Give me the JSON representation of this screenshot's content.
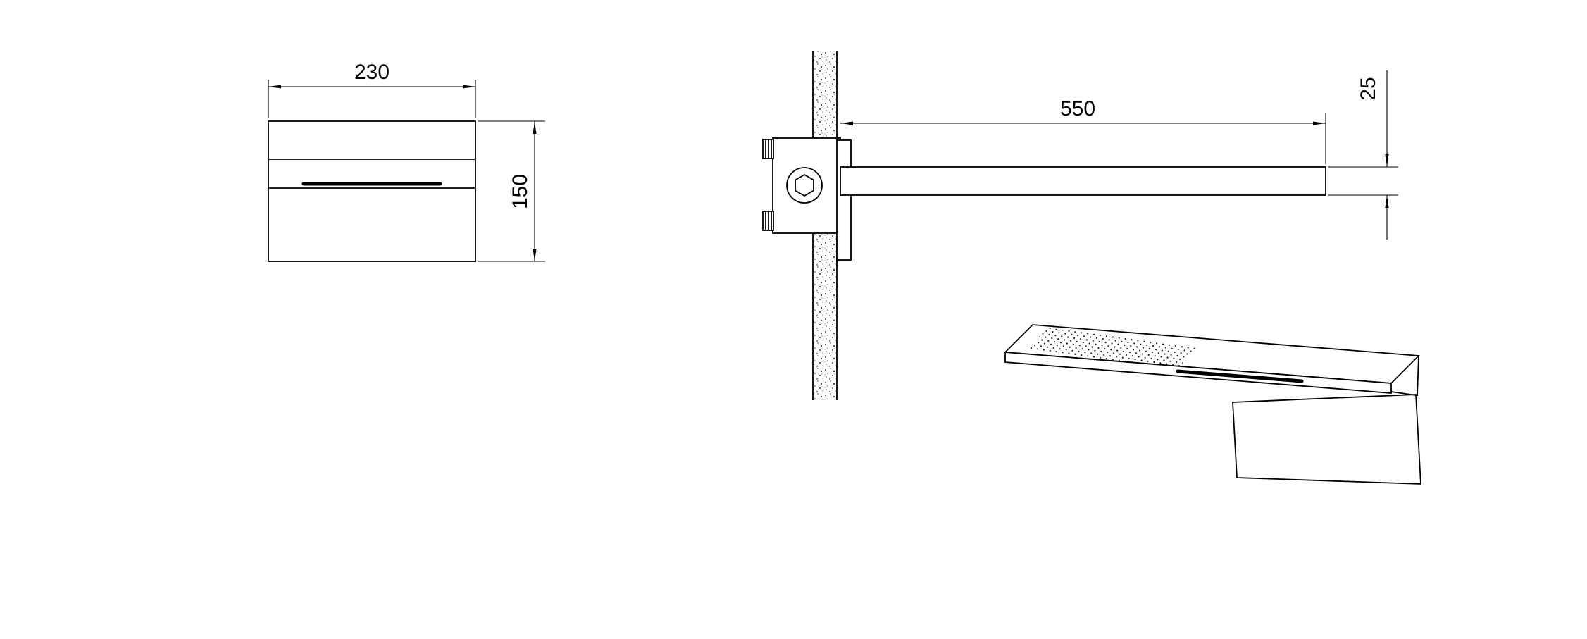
{
  "drawing": {
    "background_color": "#ffffff",
    "line_color": "#000000",
    "views": {
      "front": {
        "width_label": "230",
        "height_label": "150"
      },
      "side": {
        "length_label": "550",
        "thickness_label": "25"
      }
    }
  }
}
